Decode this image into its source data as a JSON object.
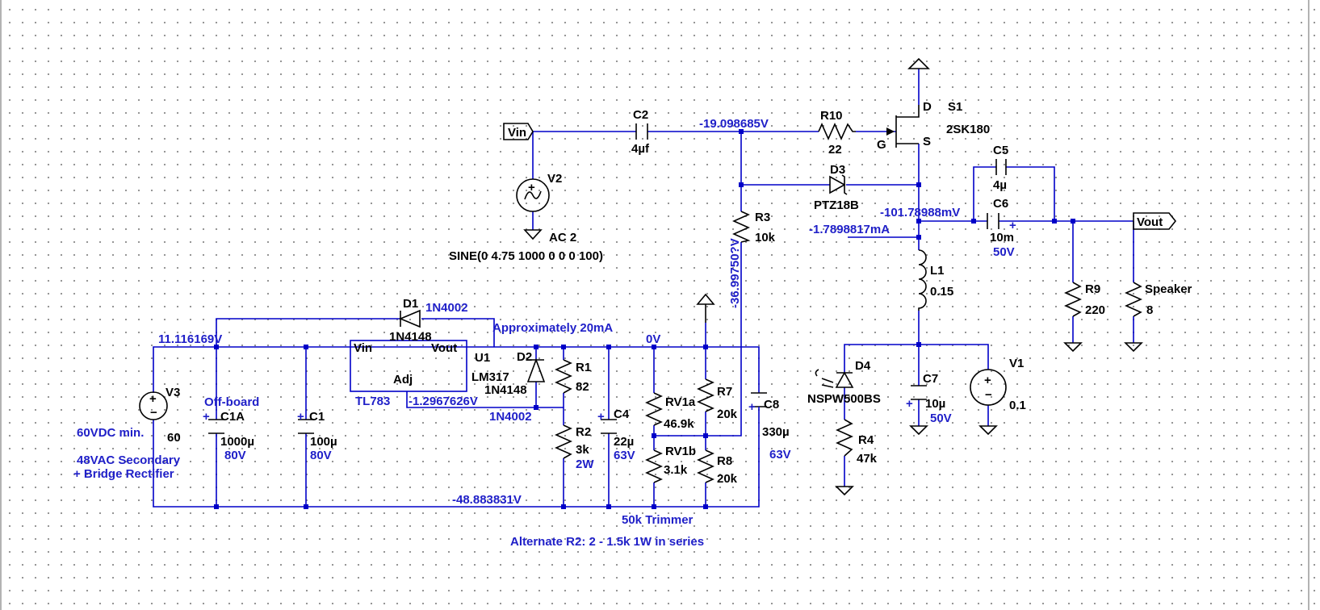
{
  "components": {
    "V3": {
      "ref": "V3",
      "value": "60"
    },
    "C1A": {
      "ref": "C1A",
      "value": "1000µ",
      "rating": "80V"
    },
    "C1": {
      "ref": "C1",
      "value": "100µ",
      "rating": "80V"
    },
    "D1": {
      "ref": "D1",
      "value": "1N4002",
      "alt": "1N4148"
    },
    "U1": {
      "ref": "U1",
      "part": "LM317",
      "alt_part": "TL783",
      "pin_in": "Vin",
      "pin_out": "Vout",
      "pin_adj": "Adj"
    },
    "D2": {
      "ref": "D2",
      "value": "1N4148",
      "alt": "1N4002"
    },
    "R1": {
      "ref": "R1",
      "value": "82"
    },
    "R2": {
      "ref": "R2",
      "value": "3k",
      "rating": "2W"
    },
    "C4": {
      "ref": "C4",
      "value": "22µ",
      "rating": "63V"
    },
    "RV1a": {
      "ref": "RV1a",
      "value": "46.9k"
    },
    "RV1b": {
      "ref": "RV1b",
      "value": "3.1k"
    },
    "R7": {
      "ref": "R7",
      "value": "20k"
    },
    "R8": {
      "ref": "R8",
      "value": "20k"
    },
    "C8": {
      "ref": "C8",
      "value": "330µ",
      "rating": "63V"
    },
    "C2": {
      "ref": "C2",
      "value": "4µf"
    },
    "V2": {
      "ref": "V2",
      "value": "AC 2",
      "spec": "SINE(0 4.75 1000 0 0 0 100)"
    },
    "R10": {
      "ref": "R10",
      "value": "22"
    },
    "R3": {
      "ref": "R3",
      "value": "10k"
    },
    "D3": {
      "ref": "D3",
      "value": "PTZ18B"
    },
    "S1": {
      "ref": "S1",
      "value": "2SK180",
      "pin_d": "D",
      "pin_g": "G",
      "pin_s": "S"
    },
    "C5": {
      "ref": "C5",
      "value": "4µ"
    },
    "C6": {
      "ref": "C6",
      "value": "10m",
      "rating": "50V"
    },
    "L1": {
      "ref": "L1",
      "value": "0.15"
    },
    "D4": {
      "ref": "D4",
      "value": "NSPW500BS"
    },
    "R4": {
      "ref": "R4",
      "value": "47k"
    },
    "C7": {
      "ref": "C7",
      "value": "10µ",
      "rating": "50V"
    },
    "V1": {
      "ref": "V1",
      "value": "0.1"
    },
    "R9": {
      "ref": "R9",
      "value": "220"
    },
    "Speaker": {
      "ref": "Speaker",
      "value": "8"
    }
  },
  "net_labels": {
    "vin": "Vin",
    "vout": "Vout"
  },
  "voltages": {
    "top_rail": "11.116169V",
    "bottom_rail": "-48.883831V",
    "adj": "-1.2967626V",
    "zero": "0V",
    "gate": "-19.098685V",
    "r3_node": "-36.99750?V",
    "source": "-101.78988mV",
    "current": "-1.7898817mA"
  },
  "notes": {
    "v3_line1": "60VDC min.",
    "v3_line2": "48VAC Secondary",
    "v3_line3": "+ Bridge Rectifier",
    "offboard": "Off-board",
    "approx": "Approximately 20mA",
    "trimmer": "50k Trimmer",
    "alt_r2": "Alternate R2: 2 - 1.5k 1W in series"
  }
}
